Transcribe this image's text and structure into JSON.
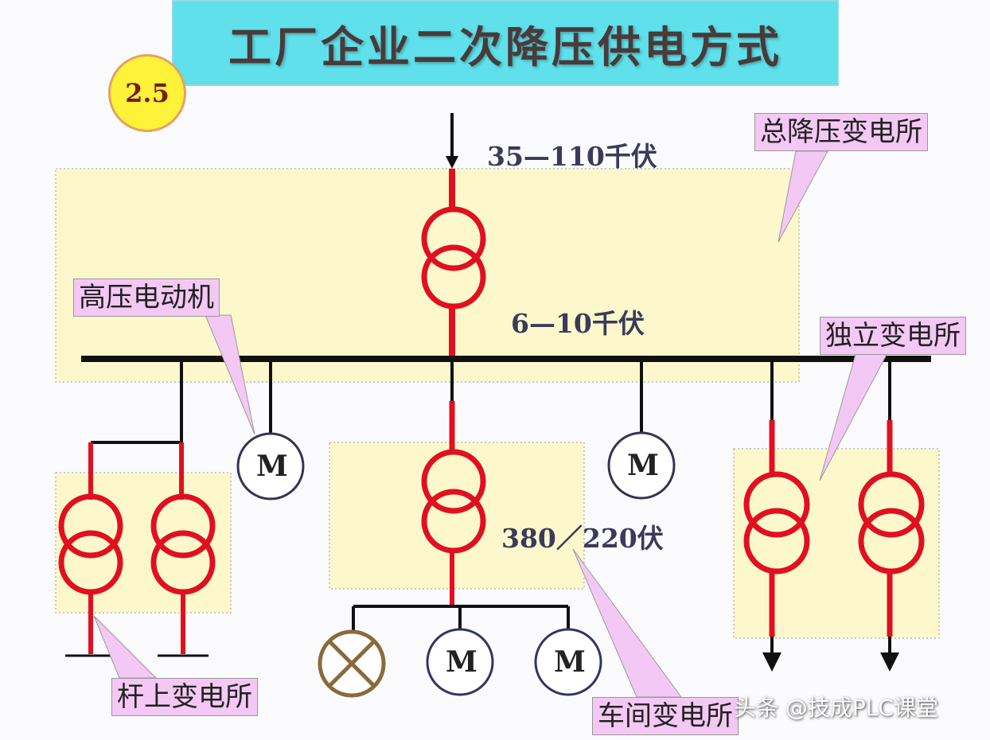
{
  "title": "工厂企业二次降压供电方式",
  "badge": "2.5",
  "voltages": {
    "incoming": "35—110千伏",
    "medium": "6—10千伏",
    "low": "380／220伏"
  },
  "callouts": {
    "main_substation": "总降压变电所",
    "hv_motor": "高压电动机",
    "independent_substation": "独立变电所",
    "pole_substation": "杆上变电所",
    "workshop_substation": "车间变电所"
  },
  "motor_label": "M",
  "watermark": "头条 @技成PLC课堂",
  "colors": {
    "title_bg": "#5fe0ea",
    "zone_fill": "#fdf8cc",
    "transformer": "#e01020",
    "bus": "#111111",
    "callout_bg": "#f4c8f4"
  }
}
